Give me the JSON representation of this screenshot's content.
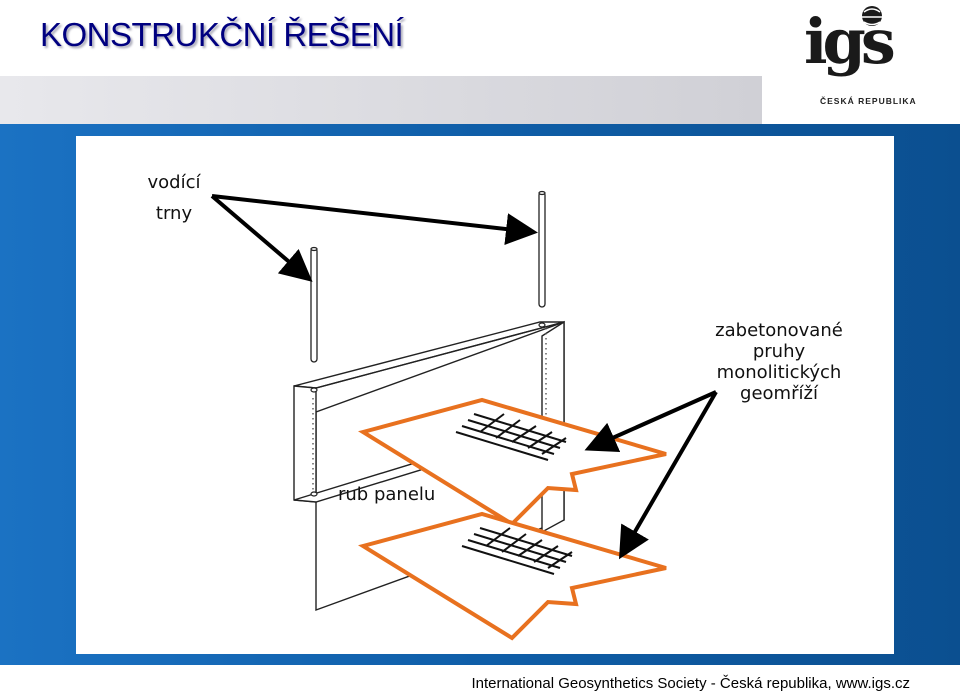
{
  "title": "KONSTRUKČNÍ ŘEŠENÍ",
  "logo": {
    "word": "igs",
    "subtitle": "ČESKÁ REPUBLIKA"
  },
  "diagram": {
    "label_guide_line1": "vodící",
    "label_guide_line2": "trny",
    "label_strips": [
      "zabetonované",
      "pruhy",
      "monolitických",
      "geomříží"
    ],
    "label_back": "rub panelu"
  },
  "footer": "International Geosynthetics Society - Česká republika, www.igs.cz",
  "colors": {
    "title": "#000080",
    "frame_blue": "#0f5ea8",
    "strip_outline": "#e8711f",
    "arrow": "#000000"
  }
}
